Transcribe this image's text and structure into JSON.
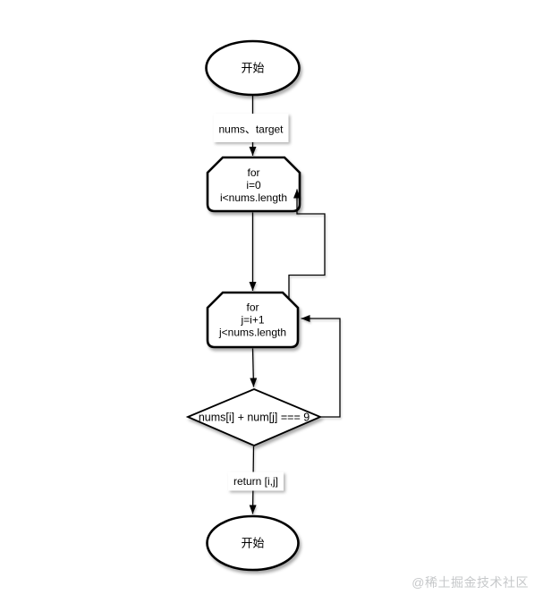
{
  "diagram": {
    "background": "#ffffff",
    "stroke_color": "#000000",
    "fill_color": "#ffffff",
    "nodes": {
      "start_terminator": {
        "label": "开始"
      },
      "input_label": {
        "label": "nums、target"
      },
      "outer_loop": {
        "line1": "for",
        "line2": "i=0",
        "line3": "i<nums.length"
      },
      "inner_loop": {
        "line1": "for",
        "line2": "j=i+1",
        "line3": "j<nums.length"
      },
      "condition": {
        "label": "nums[i] + num[j] === 9"
      },
      "return_label": {
        "label": "return [i,j]"
      },
      "end_terminator": {
        "label": "开始"
      }
    }
  },
  "watermark": {
    "text": "@稀土掘金技术社区",
    "color": "#c6c8ca"
  }
}
